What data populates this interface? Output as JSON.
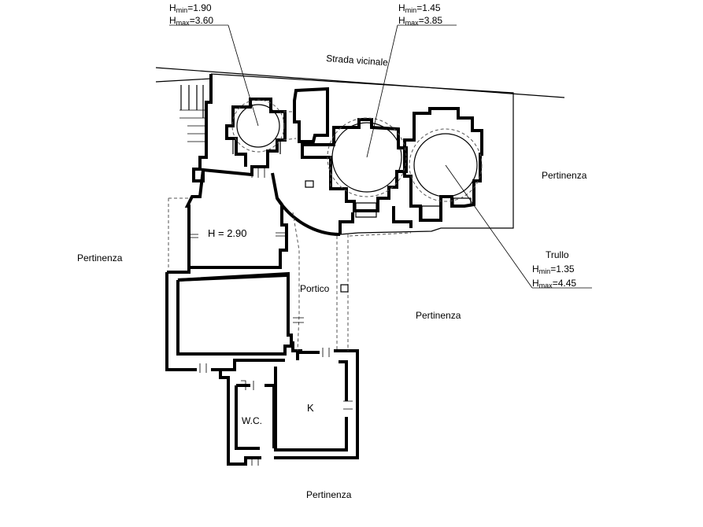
{
  "labels": {
    "road": "Strada vicinale",
    "pert_right": "Pertinenza",
    "pert_left": "Pertinenza",
    "pert_center": "Pertinenza",
    "pert_bottom": "Pertinenza",
    "room_height": "H = 2.90",
    "portico": "Portico",
    "wc": "W.C.",
    "kitchen": "K",
    "trullo": "Trullo"
  },
  "annotations": {
    "left": {
      "hmin_prefix": "H",
      "hmin_sub": "min",
      "hmin_val": "=1.90",
      "hmax_prefix": "H",
      "hmax_sub": "max",
      "hmax_val": "=3.60"
    },
    "center": {
      "hmin_prefix": "H",
      "hmin_sub": "min",
      "hmin_val": "=1.45",
      "hmax_prefix": "H",
      "hmax_sub": "max",
      "hmax_val": "=3.85"
    },
    "right": {
      "hmin_prefix": "H",
      "hmin_sub": "min",
      "hmin_val": "=1.35",
      "hmax_prefix": "H",
      "hmax_sub": "max",
      "hmax_val": "=4.45"
    }
  }
}
